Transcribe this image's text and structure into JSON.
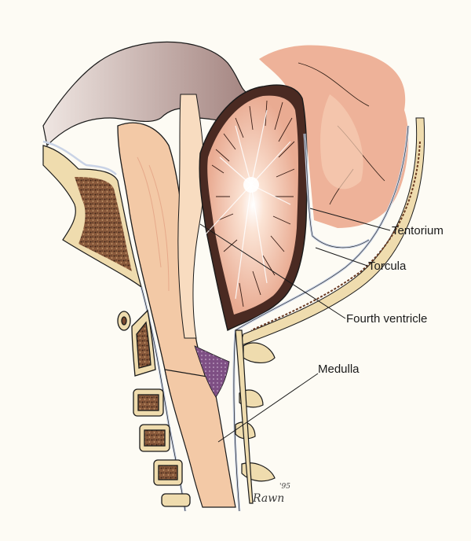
{
  "illustration": {
    "subject": "Midsagittal section of posterior fossa: brainstem, cerebellum and cervical spine",
    "colors": {
      "background": "#fdfbf4",
      "tissue_peach": "#f3c9a6",
      "tissue_light": "#f8dcc0",
      "cerebrum_pink": "#eeb299",
      "ventricle_mauve": "#8f6b68",
      "cerebellum_dark": "#4a2a22",
      "cerebellum_folia": "#e9ab92",
      "bone_cream": "#efdcae",
      "marrow_brown": "#7a4a30",
      "dura_blue": "#c9d3e6",
      "cistern_purple": "#8a5a8e",
      "outline": "#1a1a1a"
    }
  },
  "labels": [
    {
      "id": "tentorium",
      "text": "Tentorium"
    },
    {
      "id": "torcula",
      "text": "Torcula"
    },
    {
      "id": "fourth_ventricle",
      "text": "Fourth ventricle"
    },
    {
      "id": "medulla",
      "text": "Medulla"
    }
  ],
  "signature": {
    "name": "Rawn",
    "year": "'95"
  }
}
